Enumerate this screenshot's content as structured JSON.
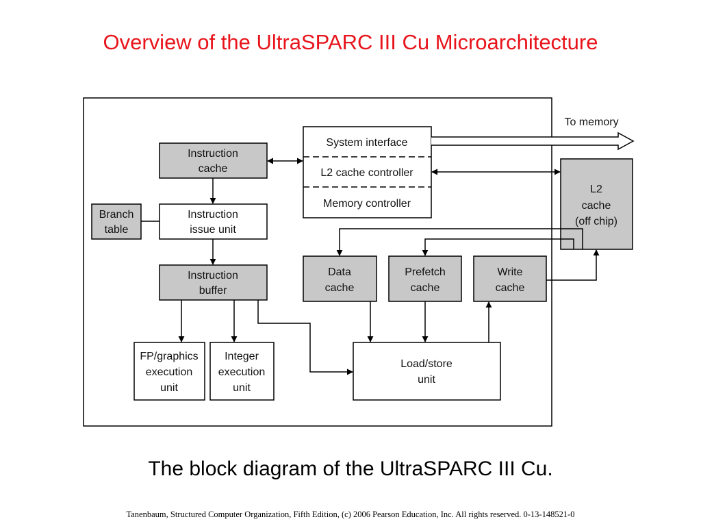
{
  "title": "Overview of the UltraSPARC III Cu Microarchitecture",
  "caption": "The block diagram of the UltraSPARC III Cu.",
  "footer": "Tanenbaum, Structured Computer Organization, Fifth Edition, (c) 2006 Pearson Education, Inc. All rights reserved. 0-13-148521-0",
  "colors": {
    "title": "#e8141b",
    "shaded_block": "#c8c8c8",
    "plain_block": "#ffffff",
    "line": "#000000"
  },
  "diagram": {
    "to_memory": "To memory",
    "blocks": {
      "instruction_cache": [
        "Instruction",
        "cache"
      ],
      "branch_table": [
        "Branch",
        "table"
      ],
      "instruction_issue_unit": [
        "Instruction",
        "issue unit"
      ],
      "instruction_buffer": [
        "Instruction",
        "buffer"
      ],
      "fp_graphics_unit": [
        "FP/graphics",
        "execution",
        "unit"
      ],
      "integer_unit": [
        "Integer",
        "execution",
        "unit"
      ],
      "system_interface": "System interface",
      "l2_cache_controller": "L2 cache controller",
      "memory_controller": "Memory controller",
      "l2_cache": [
        "L2",
        "cache",
        "(off chip)"
      ],
      "data_cache": [
        "Data",
        "cache"
      ],
      "prefetch_cache": [
        "Prefetch",
        "cache"
      ],
      "write_cache": [
        "Write",
        "cache"
      ],
      "load_store_unit": [
        "Load/store",
        "unit"
      ]
    }
  }
}
